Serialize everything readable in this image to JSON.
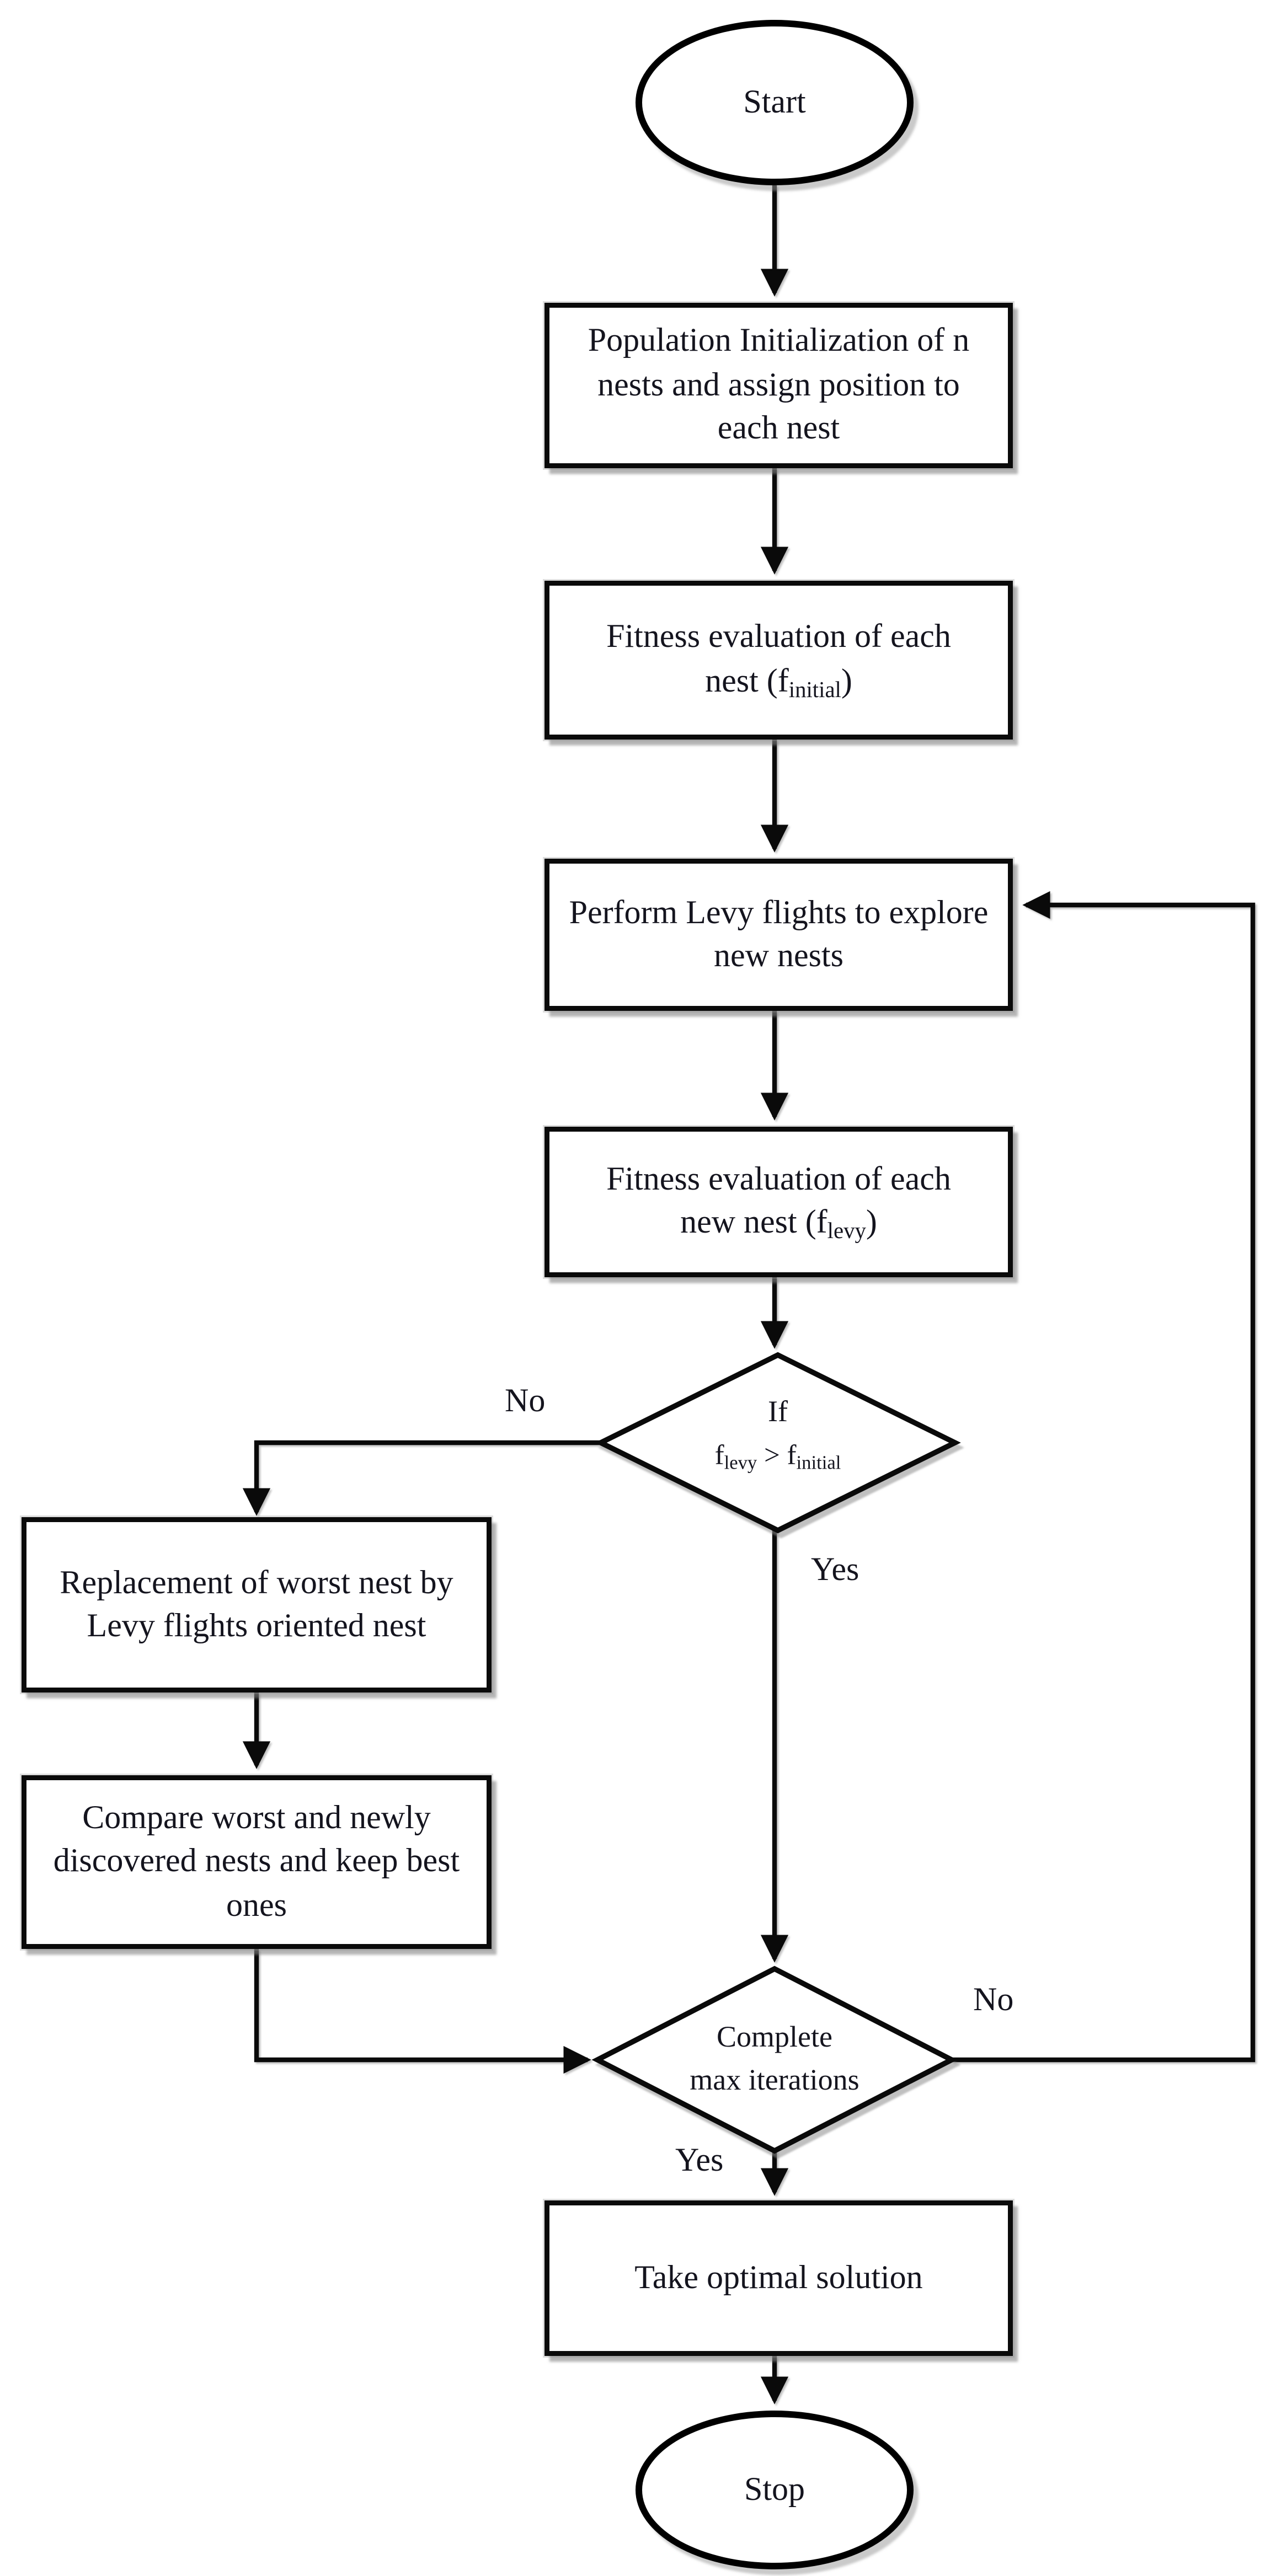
{
  "nodes": {
    "start": {
      "label": "Start"
    },
    "init": {
      "label": "Population Initialization of n nests and assign position to each nest"
    },
    "fitness_initial": {
      "line1": "Fitness evaluation of each",
      "line2_pre": "nest (f",
      "line2_sub": "initial",
      "line2_post": ")"
    },
    "levy_flights": {
      "label": "Perform Levy flights to explore new nests"
    },
    "fitness_levy": {
      "line1": "Fitness evaluation of each",
      "line2_pre": "new nest (f",
      "line2_sub": "levy",
      "line2_post": ")"
    },
    "decision_fitness": {
      "line1": "If",
      "formula_pre": "f",
      "formula_sub1": "levy",
      "formula_mid": " > f",
      "formula_sub2": "initial"
    },
    "replace_worst": {
      "label": "Replacement of worst nest by Levy flights oriented nest"
    },
    "compare_nests": {
      "label": "Compare worst and newly discovered nests and keep best ones"
    },
    "decision_iterations": {
      "line1": "Complete",
      "line2": "max iterations"
    },
    "optimal_solution": {
      "label": "Take optimal solution"
    },
    "stop": {
      "label": "Stop"
    }
  },
  "edge_labels": {
    "fitness_no": "No",
    "fitness_yes": "Yes",
    "iterations_no": "No",
    "iterations_yes": "Yes"
  },
  "colors": {
    "stroke": "#0a0a0a",
    "text": "#14141e",
    "background": "#ffffff",
    "shadow": "#8c8c8c"
  }
}
